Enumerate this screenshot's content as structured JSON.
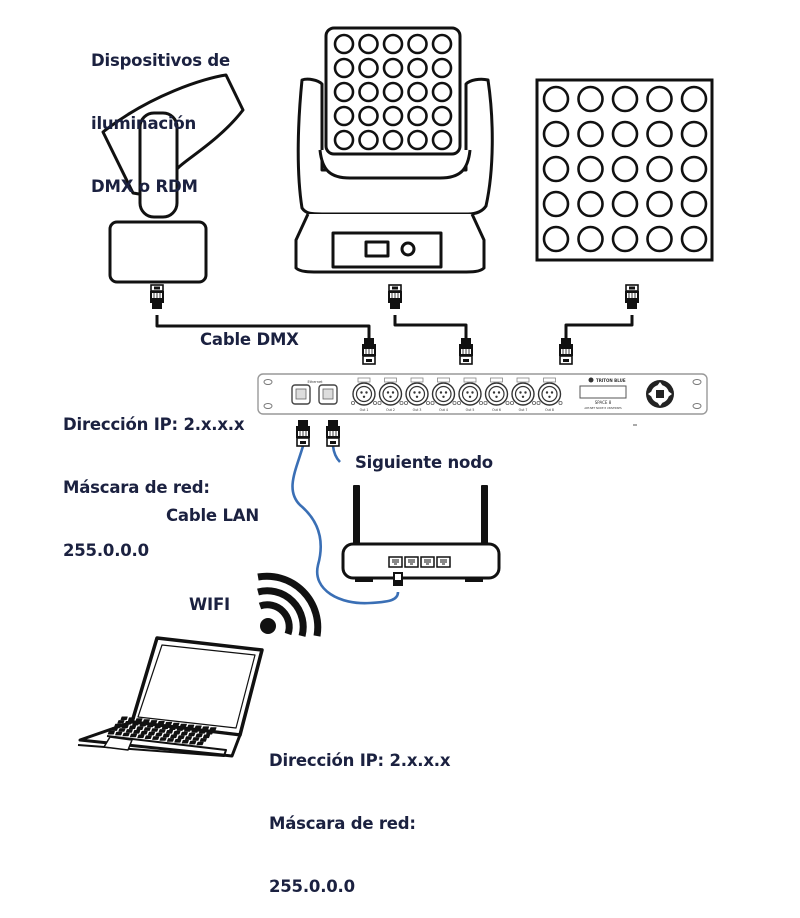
{
  "colors": {
    "text": "#1b2140",
    "line": "#111111",
    "lan_cable": "#3a6fb5",
    "background": "#ffffff"
  },
  "labels": {
    "devices_title": [
      "Dispositivos de",
      "iluminación",
      "DMX o RDM"
    ],
    "dmx_cable": "Cable DMX",
    "node_ip": [
      "Dirección IP: 2.x.x.x",
      "Máscara de red:",
      "255.0.0.0"
    ],
    "next_node": "Siguiente nodo",
    "lan_cable": "Cable LAN",
    "wifi": "WIFI",
    "laptop_ip": [
      "Dirección IP: 2.x.x.x",
      "Máscara de red:",
      "255.0.0.0"
    ]
  },
  "devices": [
    {
      "name": "moving-head-spot",
      "type": "moving head"
    },
    {
      "name": "moving-head-matrix",
      "type": "moving head 5x5 LED matrix",
      "led_rows": 5,
      "led_cols": 5
    },
    {
      "name": "led-matrix-panel",
      "type": "5x5 LED panel",
      "led_rows": 5,
      "led_cols": 5
    }
  ],
  "node": {
    "brand": "TRITON BLUE",
    "model": "SPACE 8",
    "subtitle": "ART-NET NODE 8 UNIVERSES",
    "ethernet_label": "Ethernet",
    "ethernet_ports": 2,
    "dmx_outputs": [
      "Out 1",
      "Out 2",
      "Out 3",
      "Out 4",
      "Out 5",
      "Out 6",
      "Out 7",
      "Out 8"
    ]
  },
  "router": {
    "lan_ports": 4,
    "antennas": 2
  }
}
